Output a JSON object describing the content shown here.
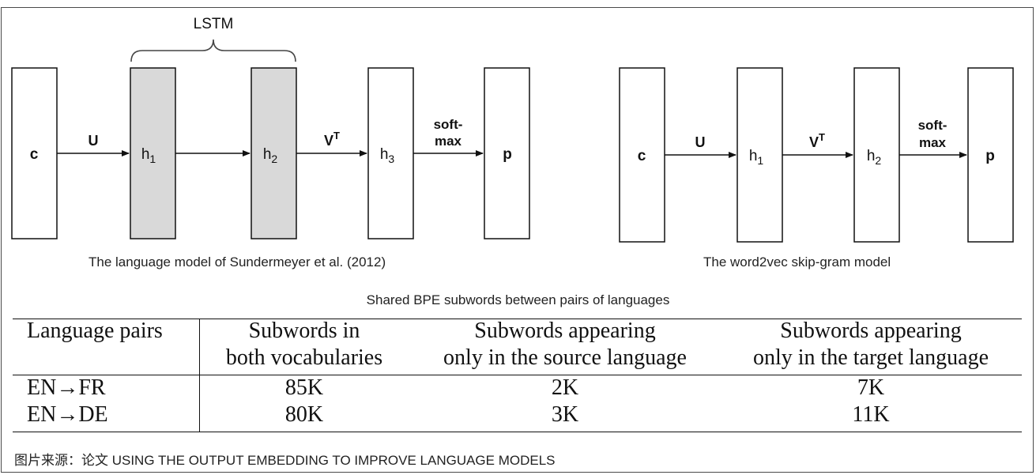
{
  "figure": {
    "left_diagram": {
      "brace_label": "LSTM",
      "nodes": [
        "c",
        "h",
        "h",
        "h",
        "p"
      ],
      "node_subscripts": [
        "",
        "1",
        "2",
        "3",
        ""
      ],
      "edge_labels": [
        "U",
        "",
        "V",
        "soft-",
        "max"
      ],
      "edge_superscript": "T",
      "caption": "The language model of Sundermeyer et al. (2012)"
    },
    "right_diagram": {
      "nodes": [
        "c",
        "h",
        "h",
        "p"
      ],
      "node_subscripts": [
        "",
        "1",
        "2",
        ""
      ],
      "edge_labels": [
        "U",
        "V",
        "soft-",
        "max"
      ],
      "edge_superscript": "T",
      "caption": "The word2vec skip-gram model"
    },
    "colors": {
      "shaded_node": "#d9d9d9",
      "white_node": "#ffffff",
      "stroke": "#111111"
    }
  },
  "table": {
    "title": "Shared BPE subwords between pairs of languages",
    "headers": [
      [
        "Language pairs",
        ""
      ],
      [
        "Subwords in",
        "both vocabularies"
      ],
      [
        "Subwords appearing",
        "only in the source language"
      ],
      [
        "Subwords appearing",
        "only in the target language"
      ]
    ],
    "rows": [
      [
        "EN→FR",
        "85K",
        "2K",
        "7K"
      ],
      [
        "EN→DE",
        "80K",
        "3K",
        "11K"
      ]
    ]
  },
  "source_note": "图片来源：论文 USING THE OUTPUT EMBEDDING TO IMPROVE LANGUAGE MODELS"
}
